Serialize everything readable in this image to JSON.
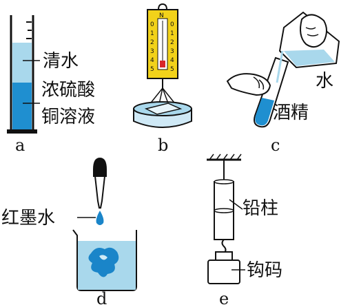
{
  "figure_a": {
    "tag": "a",
    "upper_liquid_label": "清水",
    "lower_liquid_label_line1": "浓硫酸",
    "lower_liquid_label_line2": "铜溶液"
  },
  "figure_b": {
    "tag": "b",
    "scale_top_mark": "N",
    "scale_numbers": [
      "0",
      "1",
      "2",
      "3",
      "4",
      "5"
    ]
  },
  "figure_c": {
    "tag": "c",
    "water_label": "水",
    "alcohol_label": "酒精"
  },
  "figure_d": {
    "tag": "d",
    "ink_label": "红墨水"
  },
  "figure_e": {
    "tag": "e",
    "lead_label": "铅柱",
    "weight_label": "钩码"
  },
  "colors": {
    "line": "#111111",
    "water_light": "#a9d8ec",
    "solution_blue": "#1f8fd0",
    "scale_yellow": "#f2d21a",
    "scale_red": "#d8262a",
    "ink_blue": "#1a85c9"
  }
}
